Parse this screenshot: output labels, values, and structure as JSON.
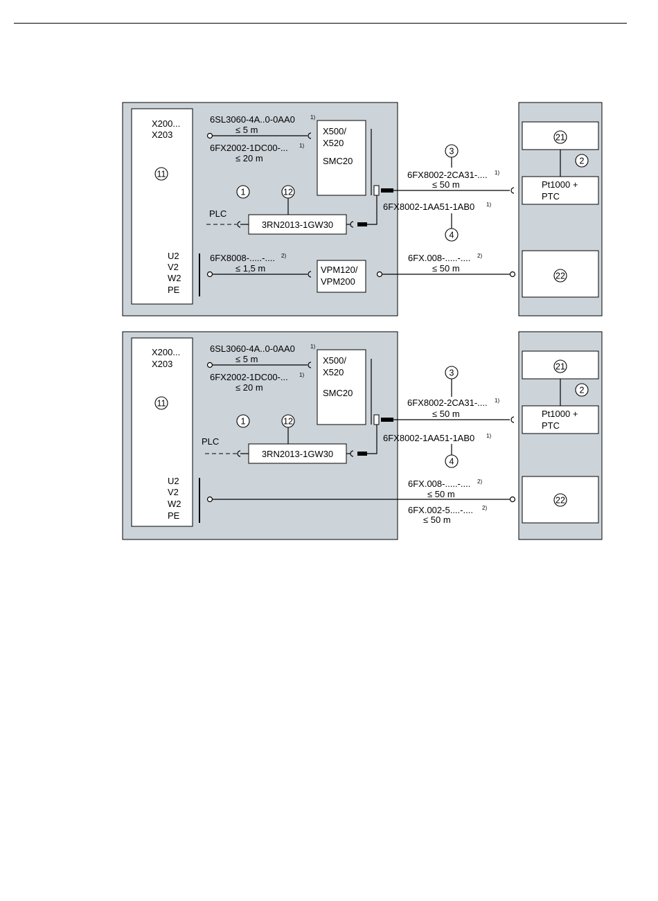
{
  "diagram_a": {
    "drive_terminals": [
      "X200...",
      "X203"
    ],
    "power_terminals": [
      "U2",
      "V2",
      "W2",
      "PE"
    ],
    "encoder_cable": {
      "part": "6SL3060-4A..0-0AA0",
      "note": "1)",
      "length": "≤ 5 m"
    },
    "encoder_cable_alt": {
      "part": "6FX2002-1DC00-...",
      "note": "1)",
      "length": "≤ 20 m"
    },
    "smc_module": [
      "X500/",
      "X520",
      "SMC20"
    ],
    "plc_label": "PLC",
    "relay": "3RN2013-1GW30",
    "sensor_cable_top": {
      "part": "6FX8002-2CA31-....",
      "note": "1)",
      "length": "≤ 50 m"
    },
    "sensor_cable_bottom": {
      "part": "6FX8002-1AA51-1AB0",
      "note": "1)"
    },
    "sensor_box": [
      "Pt1000 +",
      "PTC"
    ],
    "power_cable_short": {
      "part": "6FX8008-.....-....",
      "note": "2)",
      "length": "≤ 1,5 m"
    },
    "vpm_module": [
      "VPM120/",
      "VPM200"
    ],
    "power_cable_long": {
      "part": "6FX.008-.....-....",
      "note": "2)",
      "length": "≤ 50 m"
    },
    "callouts": [
      "11",
      "1",
      "12",
      "3",
      "21",
      "2",
      "4",
      "22"
    ]
  },
  "diagram_b": {
    "drive_terminals": [
      "X200...",
      "X203"
    ],
    "power_terminals": [
      "U2",
      "V2",
      "W2",
      "PE"
    ],
    "encoder_cable": {
      "part": "6SL3060-4A..0-0AA0",
      "note": "1)",
      "length": "≤ 5 m"
    },
    "encoder_cable_alt": {
      "part": "6FX2002-1DC00-...",
      "note": "1)",
      "length": "≤ 20 m"
    },
    "smc_module": [
      "X500/",
      "X520",
      "SMC20"
    ],
    "plc_label": "PLC",
    "relay": "3RN2013-1GW30",
    "sensor_cable_top": {
      "part": "6FX8002-2CA31-....",
      "note": "1)",
      "length": "≤ 50 m"
    },
    "sensor_cable_bottom": {
      "part": "6FX8002-1AA51-1AB0",
      "note": "1)"
    },
    "sensor_box": [
      "Pt1000 +",
      "PTC"
    ],
    "power_cable_long": {
      "part": "6FX.008-.....-....",
      "note": "2)",
      "length": "≤ 50 m"
    },
    "power_cable_alt": {
      "part": "6FX.002-5....-....",
      "note": "2)",
      "length": "≤ 50 m"
    },
    "callouts": [
      "11",
      "1",
      "12",
      "3",
      "21",
      "2",
      "4",
      "22"
    ]
  }
}
